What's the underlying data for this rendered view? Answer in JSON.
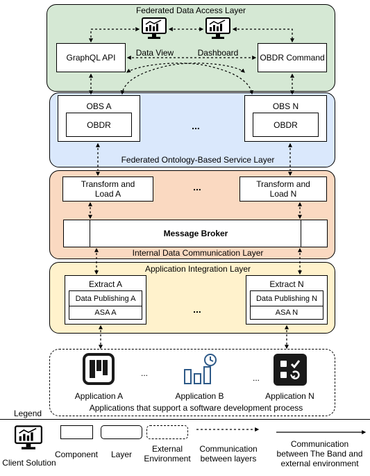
{
  "layers": {
    "access": {
      "title": "Federated Data Access Layer",
      "graphql": "GraphQL API",
      "data_view": "Data View",
      "dashboard": "Dashboard",
      "obdr_command": "OBDR Command"
    },
    "service": {
      "title": "Federated Ontology-Based Service Layer",
      "obs_a": "OBS A",
      "obs_n": "OBS N",
      "obdr": "OBDR",
      "ellipsis": "..."
    },
    "communication": {
      "title": "Internal Data Communication Layer",
      "transform_a": "Transform and\nLoad A",
      "transform_n": "Transform and\nLoad N",
      "broker": "Message Broker",
      "ellipsis": "..."
    },
    "integration": {
      "title": "Application Integration Layer",
      "extract_a": "Extract A",
      "extract_n": "Extract N",
      "publishing_a": "Data Publishing A",
      "publishing_n": "Data Publishing N",
      "asa_a": "ASA A",
      "asa_n": "ASA N",
      "ellipsis": "..."
    }
  },
  "applications": {
    "app_a": "Application A",
    "app_b": "Application B",
    "app_n": "Application N",
    "caption": "Applications that support a software development process",
    "ellipsis": "..."
  },
  "legend": {
    "title": "Legend",
    "client": "Client Solution",
    "component": "Component",
    "layer": "Layer",
    "external": "External\nEnvironment",
    "comm_layers": "Communication\nbetween layers",
    "comm_external": "Communication\nbetween The Band and\nexternal environment"
  },
  "colors": {
    "access_fill": "#d5e8d4",
    "service_fill": "#dae8fc",
    "communication_fill": "#fad9c1",
    "integration_fill": "#fff2cc",
    "app_dark": "#1a1a1a",
    "app_blue_outline": "#2e5a88"
  }
}
